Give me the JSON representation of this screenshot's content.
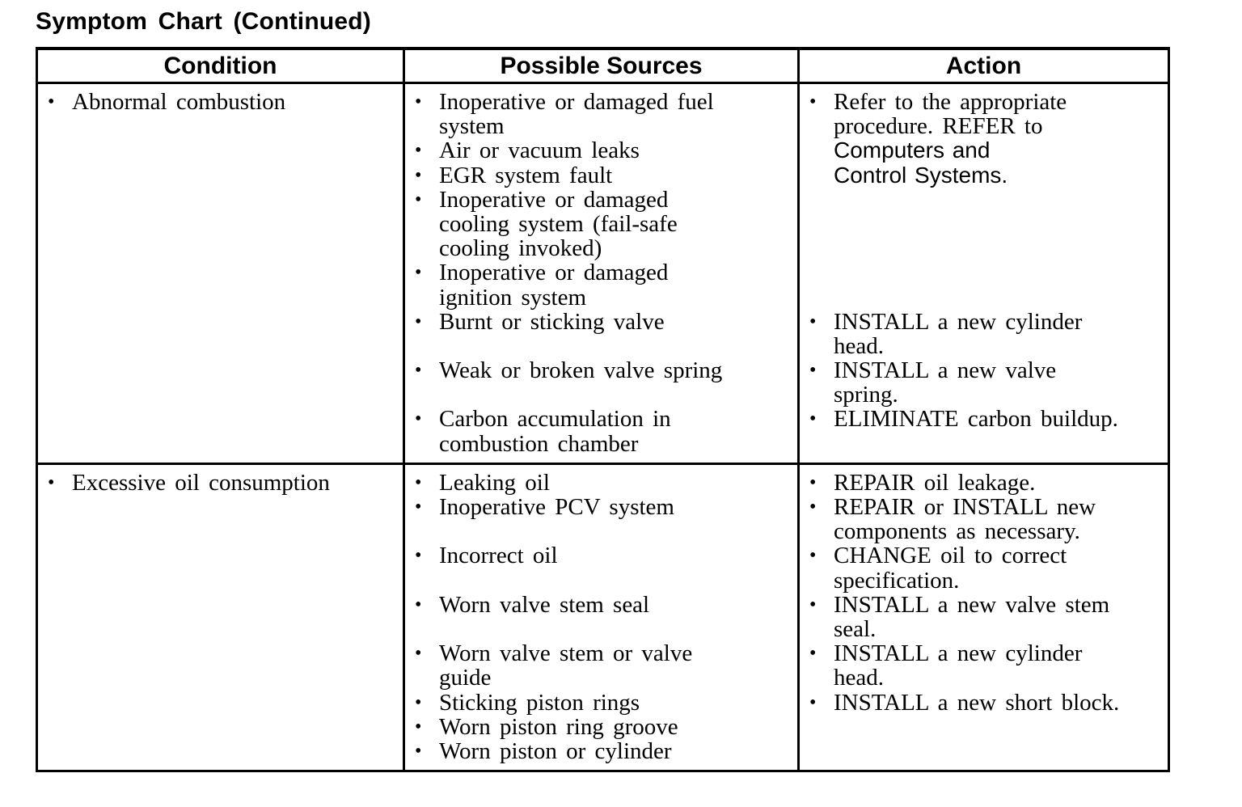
{
  "page": {
    "title": "Symptom Chart (Continued)"
  },
  "colors": {
    "text": "#000000",
    "border": "#000000",
    "background": "#ffffff"
  },
  "icons": {
    "bullet": "•"
  },
  "table": {
    "headers": [
      "Condition",
      "Possible Sources",
      "Action"
    ],
    "rows": [
      {
        "condition": [
          {
            "bullet": true,
            "text": "Abnormal combustion"
          }
        ],
        "sources": [
          {
            "bullet": true,
            "text": "Inoperative or damaged fuel"
          },
          {
            "text": "system"
          },
          {
            "bullet": true,
            "text": "Air or vacuum leaks"
          },
          {
            "bullet": true,
            "text": "EGR system fault"
          },
          {
            "bullet": true,
            "text": "Inoperative or damaged"
          },
          {
            "text": "cooling system (fail-safe"
          },
          {
            "text": "cooling invoked)"
          },
          {
            "bullet": true,
            "text": "Inoperative or damaged"
          },
          {
            "text": "ignition system"
          },
          {
            "bullet": true,
            "text": "Burnt or sticking valve"
          },
          {
            "blank": true
          },
          {
            "bullet": true,
            "text": "Weak or broken valve spring"
          },
          {
            "blank": true
          },
          {
            "bullet": true,
            "text": "Carbon accumulation in"
          },
          {
            "text": "combustion chamber"
          }
        ],
        "action": [
          {
            "bullet": true,
            "text": "Refer to the appropriate"
          },
          {
            "text": "procedure. REFER to"
          },
          {
            "text": "Computers and",
            "font": "sans"
          },
          {
            "text": "Control Systems.",
            "font": "sans"
          },
          {
            "blank": true
          },
          {
            "blank": true
          },
          {
            "blank": true
          },
          {
            "blank": true
          },
          {
            "blank": true
          },
          {
            "bullet": true,
            "text": "INSTALL a new cylinder"
          },
          {
            "text": "head."
          },
          {
            "bullet": true,
            "text": "INSTALL a new valve"
          },
          {
            "text": "spring."
          },
          {
            "bullet": true,
            "text": "ELIMINATE carbon buildup."
          }
        ]
      },
      {
        "condition": [
          {
            "bullet": true,
            "text": "Excessive oil consumption"
          }
        ],
        "sources": [
          {
            "bullet": true,
            "text": "Leaking oil"
          },
          {
            "bullet": true,
            "text": "Inoperative PCV system"
          },
          {
            "blank": true
          },
          {
            "bullet": true,
            "text": "Incorrect oil"
          },
          {
            "blank": true
          },
          {
            "bullet": true,
            "text": "Worn valve stem seal"
          },
          {
            "blank": true
          },
          {
            "bullet": true,
            "text": "Worn valve stem or valve"
          },
          {
            "text": "guide"
          },
          {
            "bullet": true,
            "text": "Sticking piston rings"
          },
          {
            "bullet": true,
            "text": "Worn piston ring groove"
          },
          {
            "bullet": true,
            "text": "Worn piston or cylinder"
          }
        ],
        "action": [
          {
            "bullet": true,
            "text": "REPAIR oil leakage."
          },
          {
            "bullet": true,
            "text": "REPAIR or INSTALL new"
          },
          {
            "text": "components as necessary."
          },
          {
            "bullet": true,
            "text": "CHANGE oil to correct"
          },
          {
            "text": "specification."
          },
          {
            "bullet": true,
            "text": "INSTALL a new valve stem"
          },
          {
            "text": "seal."
          },
          {
            "bullet": true,
            "text": "INSTALL a new cylinder"
          },
          {
            "text": "head."
          },
          {
            "bullet": true,
            "text": "INSTALL a new short block."
          }
        ]
      }
    ]
  }
}
